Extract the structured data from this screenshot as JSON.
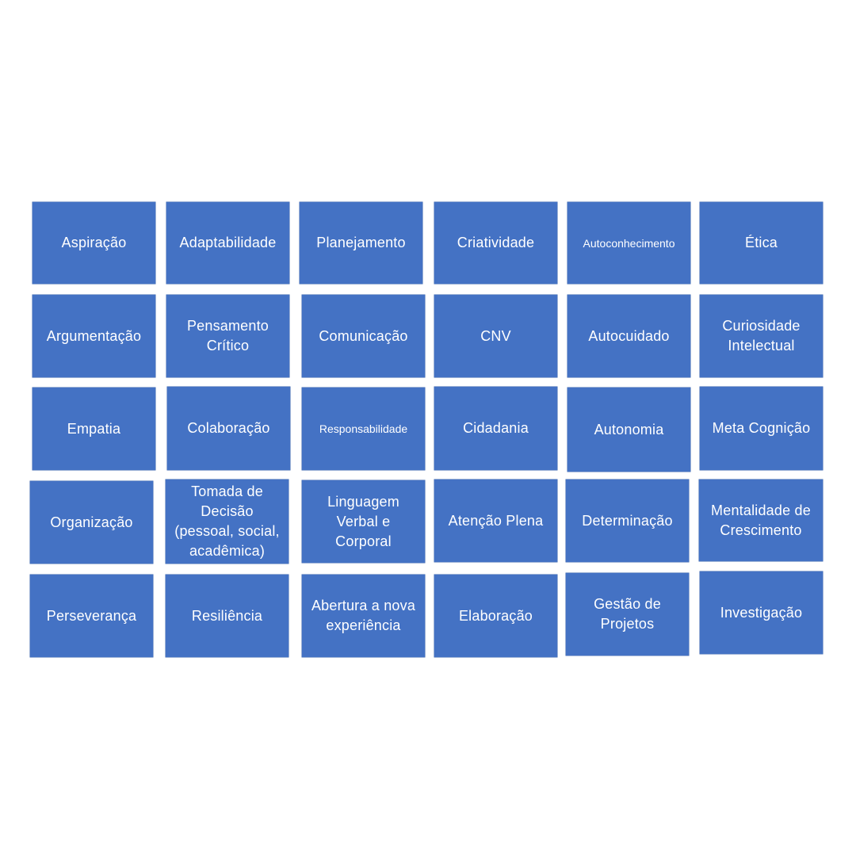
{
  "cards": [
    "Aspiração",
    "Adaptabilidade",
    "Planejamento",
    "Criatividade",
    "Autoconhecimento",
    "Ética",
    "Argumentação",
    "Pensamento\nCrítico",
    "Comunicação",
    "CNV",
    "Autocuidado",
    "Curiosidade\nIntelectual",
    "Empatia",
    "Colaboração",
    "Responsabilidade",
    "Cidadania",
    "Autonomia",
    "Meta Cognição",
    "Organização",
    "Tomada de\nDecisão\n(pessoal, social,\nacadêmica)",
    "Linguagem\nVerbal e\nCorporal",
    "Atenção Plena",
    "Determinação",
    "Mentalidade de\nCrescimento",
    "Perseverança",
    "Resiliência",
    "Abertura a nova\nexperiência",
    "Elaboração",
    "Gestão de\nProjetos",
    "Investigação"
  ],
  "colors": {
    "card": "#4472c4",
    "text": "#ffffff",
    "background": "#ffffff"
  }
}
